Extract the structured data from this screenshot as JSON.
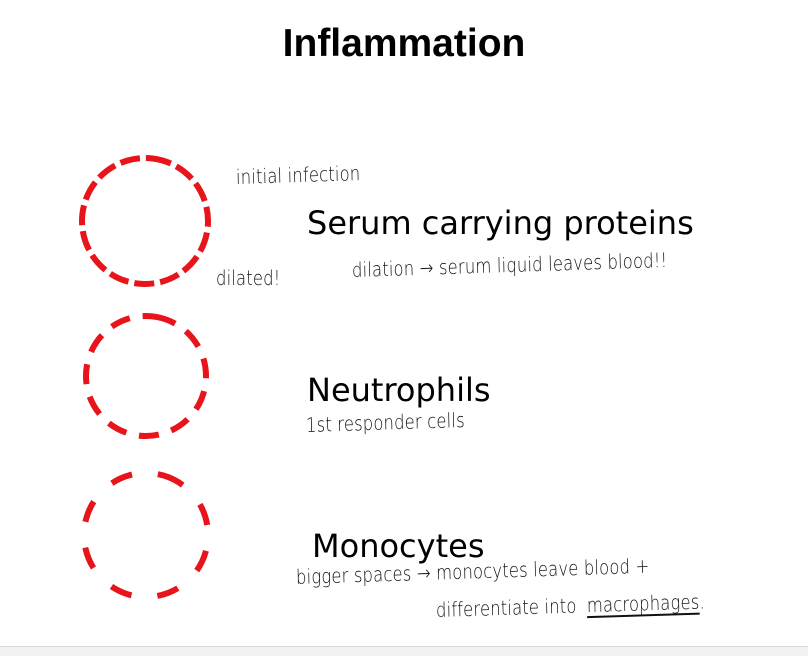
{
  "slide": {
    "title": "Inflammation",
    "accent_color": "#e8141b",
    "items": [
      {
        "heading": "Serum carrying proteins",
        "circle_style": "densely dashed",
        "notes": {
          "circle_label_top": "initial infection",
          "circle_label_side": "dilated!",
          "detail": "dilation → serum liquid leaves blood!!"
        }
      },
      {
        "heading": "Neutrophils",
        "circle_style": "medium dashed",
        "notes": {
          "detail": "1st responder cells"
        }
      },
      {
        "heading": "Monocytes",
        "circle_style": "sparsely dashed",
        "notes": {
          "detail_line1": "bigger spaces → monocytes leave blood +",
          "detail_line2_prefix": "differentiate into",
          "detail_line2_emphasis": "macrophages",
          "detail_line2_suffix": "."
        }
      }
    ]
  }
}
